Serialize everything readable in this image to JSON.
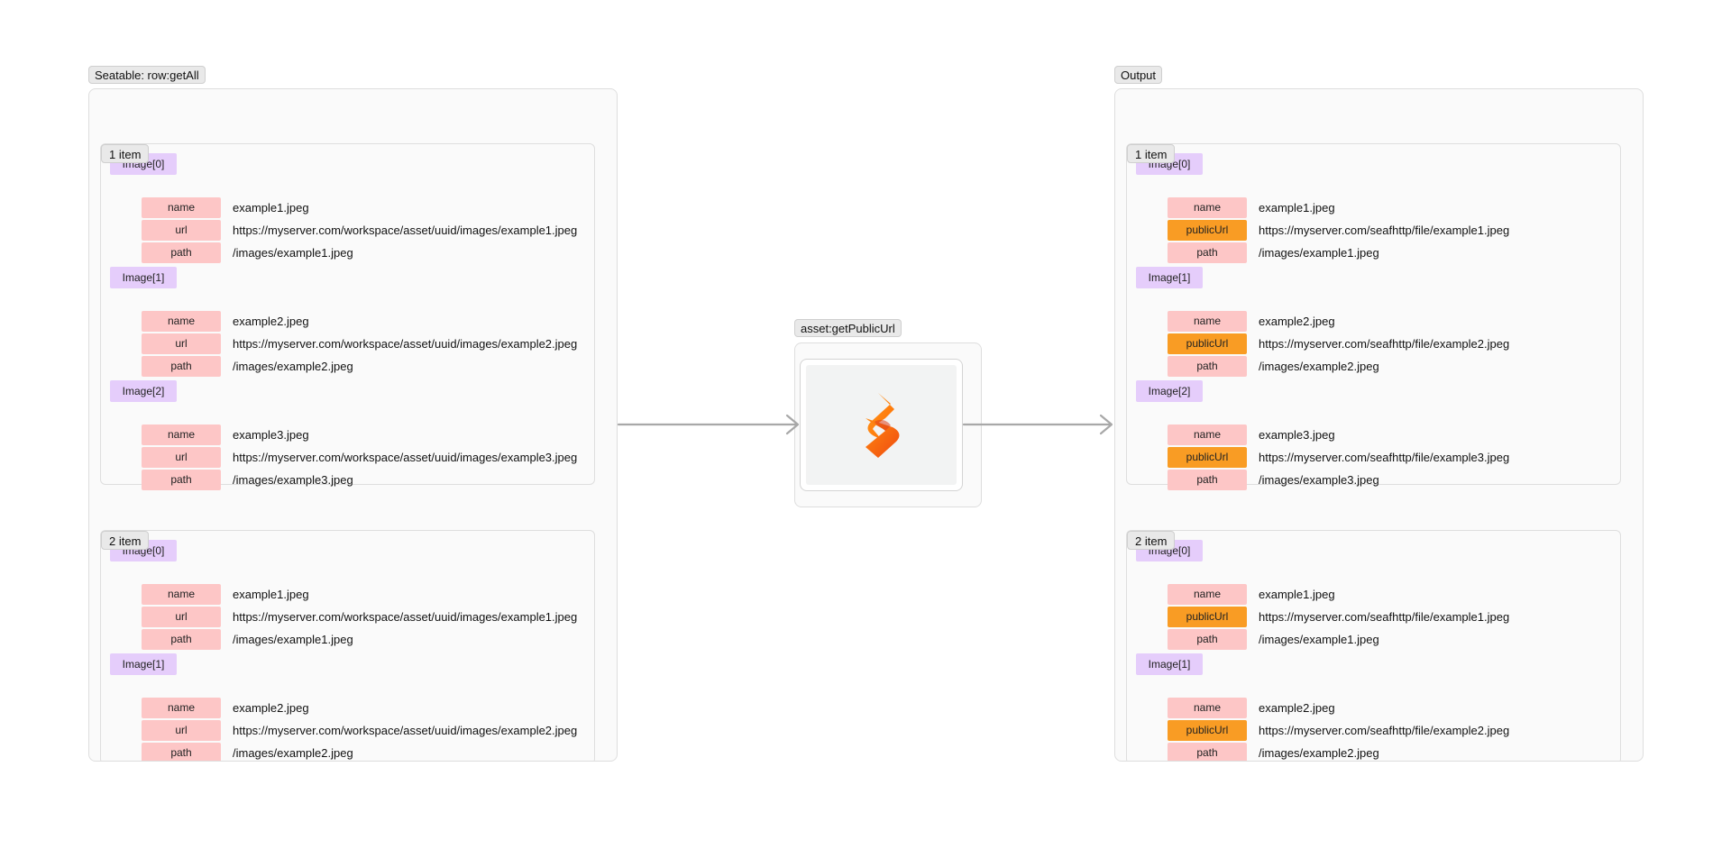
{
  "source": {
    "label": "Seatable: row:getAll",
    "items": [
      {
        "label": "1 item",
        "images": [
          {
            "tag": "Image[0]",
            "fields": [
              {
                "key": "name",
                "value": "example1.jpeg"
              },
              {
                "key": "url",
                "value": "https://myserver.com/workspace/asset/uuid/images/example1.jpeg"
              },
              {
                "key": "path",
                "value": "/images/example1.jpeg"
              }
            ]
          },
          {
            "tag": "Image[1]",
            "fields": [
              {
                "key": "name",
                "value": "example2.jpeg"
              },
              {
                "key": "url",
                "value": "https://myserver.com/workspace/asset/uuid/images/example2.jpeg"
              },
              {
                "key": "path",
                "value": "/images/example2.jpeg"
              }
            ]
          },
          {
            "tag": "Image[2]",
            "fields": [
              {
                "key": "name",
                "value": "example3.jpeg"
              },
              {
                "key": "url",
                "value": "https://myserver.com/workspace/asset/uuid/images/example3.jpeg"
              },
              {
                "key": "path",
                "value": "/images/example3.jpeg"
              }
            ]
          }
        ]
      },
      {
        "label": "2 item",
        "images": [
          {
            "tag": "Image[0]",
            "fields": [
              {
                "key": "name",
                "value": "example1.jpeg"
              },
              {
                "key": "url",
                "value": "https://myserver.com/workspace/asset/uuid/images/example1.jpeg"
              },
              {
                "key": "path",
                "value": "/images/example1.jpeg"
              }
            ]
          },
          {
            "tag": "Image[1]",
            "fields": [
              {
                "key": "name",
                "value": "example2.jpeg"
              },
              {
                "key": "url",
                "value": "https://myserver.com/workspace/asset/uuid/images/example2.jpeg"
              },
              {
                "key": "path",
                "value": "/images/example2.jpeg"
              }
            ]
          }
        ]
      }
    ]
  },
  "operation": {
    "label": "asset:getPublicUrl",
    "icon": "seatable-logo-icon"
  },
  "output": {
    "label": "Output",
    "items": [
      {
        "label": "1 item",
        "images": [
          {
            "tag": "Image[0]",
            "fields": [
              {
                "key": "name",
                "value": "example1.jpeg"
              },
              {
                "key": "publicUrl",
                "value": "https://myserver.com/seafhttp/file/example1.jpeg",
                "highlight": true
              },
              {
                "key": "path",
                "value": "/images/example1.jpeg"
              }
            ]
          },
          {
            "tag": "Image[1]",
            "fields": [
              {
                "key": "name",
                "value": "example2.jpeg"
              },
              {
                "key": "publicUrl",
                "value": "https://myserver.com/seafhttp/file/example2.jpeg",
                "highlight": true
              },
              {
                "key": "path",
                "value": "/images/example2.jpeg"
              }
            ]
          },
          {
            "tag": "Image[2]",
            "fields": [
              {
                "key": "name",
                "value": "example3.jpeg"
              },
              {
                "key": "publicUrl",
                "value": "https://myserver.com/seafhttp/file/example3.jpeg",
                "highlight": true
              },
              {
                "key": "path",
                "value": "/images/example3.jpeg"
              }
            ]
          }
        ]
      },
      {
        "label": "2 item",
        "images": [
          {
            "tag": "Image[0]",
            "fields": [
              {
                "key": "name",
                "value": "example1.jpeg"
              },
              {
                "key": "publicUrl",
                "value": "https://myserver.com/seafhttp/file/example1.jpeg",
                "highlight": true
              },
              {
                "key": "path",
                "value": "/images/example1.jpeg"
              }
            ]
          },
          {
            "tag": "Image[1]",
            "fields": [
              {
                "key": "name",
                "value": "example2.jpeg"
              },
              {
                "key": "publicUrl",
                "value": "https://myserver.com/seafhttp/file/example2.jpeg",
                "highlight": true
              },
              {
                "key": "path",
                "value": "/images/example2.jpeg"
              }
            ]
          }
        ]
      }
    ]
  },
  "colors": {
    "key_bg": "#fdc6c6",
    "key_highlight_bg": "#f99c24",
    "image_tag_bg": "#e5cdfb",
    "panel_bg": "#fafafa",
    "connector": "#a8a8a8"
  }
}
